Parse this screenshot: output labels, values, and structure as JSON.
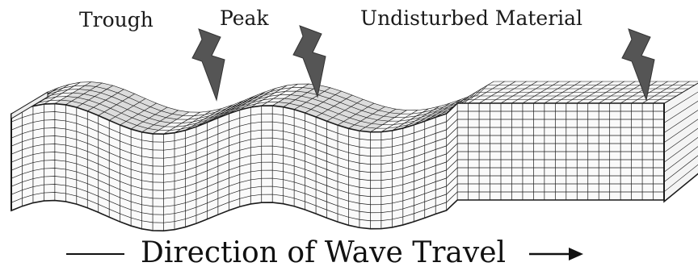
{
  "labels": {
    "trough": "Trough",
    "peak": "Peak",
    "undisturbed": "Undisturbed Material"
  },
  "caption": {
    "text": "Direction of Wave Travel"
  },
  "colors": {
    "ink": "#1a1a1a",
    "arrow": "#555555",
    "background": "#ffffff"
  },
  "icons": {
    "pointer": "lightning-arrow-icon",
    "travel": "arrow-right-icon"
  }
}
